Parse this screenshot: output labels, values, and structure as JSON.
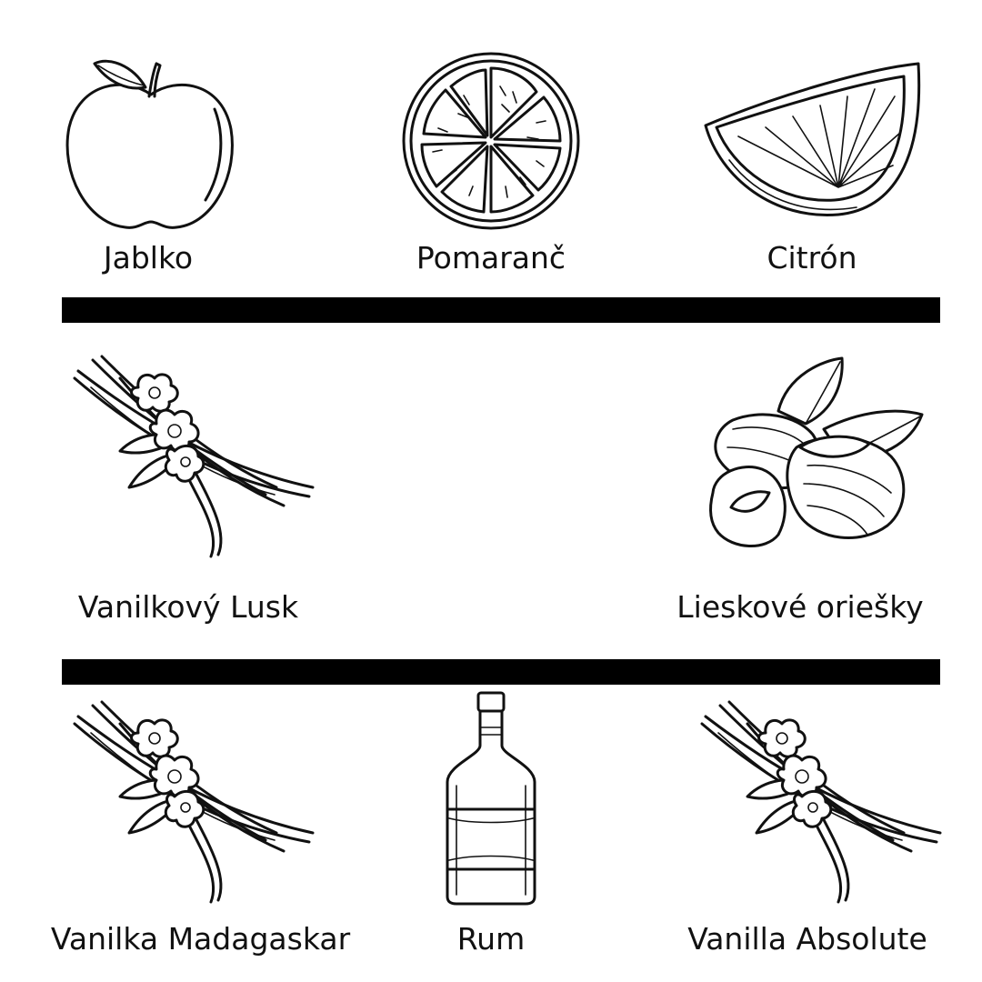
{
  "ingredients": [
    {
      "label": "Jablko",
      "icon": "apple-icon"
    },
    {
      "label": "Pomaranč",
      "icon": "orange-slice-icon"
    },
    {
      "label": "Citrón",
      "icon": "lemon-wedge-icon"
    },
    {
      "label": "Vanilkový Lusk",
      "icon": "vanilla-pod-icon"
    },
    {
      "label": "Lieskové oriešky",
      "icon": "hazelnut-icon"
    },
    {
      "label": "Vanilka Madagaskar",
      "icon": "vanilla-pod-icon"
    },
    {
      "label": "Rum",
      "icon": "rum-bottle-icon"
    },
    {
      "label": "Vanilla Absolute",
      "icon": "vanilla-pod-icon"
    }
  ],
  "colors": {
    "background": "#ffffff",
    "ink": "#111111",
    "divider": "#000000"
  }
}
